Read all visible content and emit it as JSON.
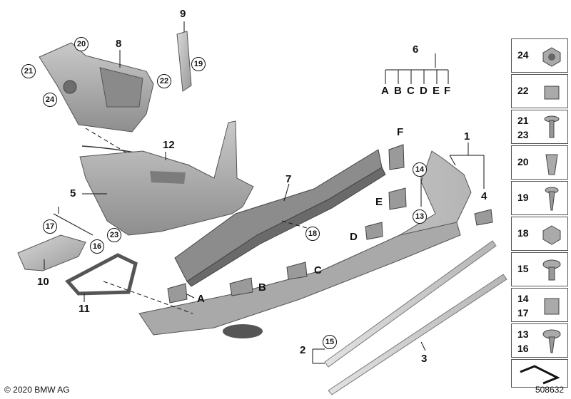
{
  "labels": {
    "n1": "1",
    "n2": "2",
    "n3": "3",
    "n4": "4",
    "n5": "5",
    "n6": "6",
    "n7": "7",
    "n8": "8",
    "n9": "9",
    "n10": "10",
    "n11": "11",
    "n12": "12",
    "A": "A",
    "B": "B",
    "C": "C",
    "D": "D",
    "E": "E",
    "F": "F",
    "abc": [
      "A",
      "B",
      "C",
      "D",
      "E",
      "F"
    ]
  },
  "callouts": {
    "c20": "20",
    "c21": "21",
    "c22": "22",
    "c24": "24",
    "c19": "19",
    "c17": "17",
    "c16": "16",
    "c23": "23",
    "c18": "18",
    "c14": "14",
    "c13": "13",
    "c15": "15"
  },
  "sidebar": [
    {
      "label": "24"
    },
    {
      "label": "22"
    },
    {
      "label": "21",
      "label2": "23"
    },
    {
      "label": "20"
    },
    {
      "label": "19"
    },
    {
      "label": "18"
    },
    {
      "label": "15"
    },
    {
      "label": "14",
      "label2": "17"
    },
    {
      "label": "13",
      "label2": "16"
    },
    {
      "label": ""
    }
  ],
  "footer": {
    "copyright": "© 2020 BMW AG",
    "ref": "508632"
  }
}
